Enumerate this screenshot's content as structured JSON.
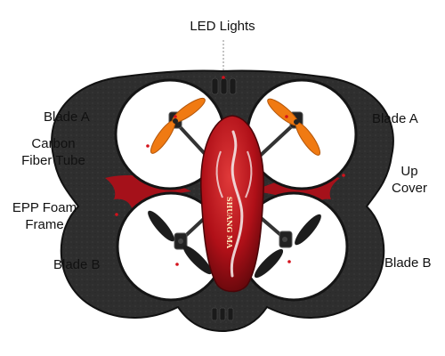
{
  "labels": {
    "led_lights": "LED Lights",
    "blade_a_left": "Blade A",
    "blade_a_right": "Blade A",
    "carbon_fiber_tube_line1": "Carbon",
    "carbon_fiber_tube_line2": "Fiber Tube",
    "up_cover_line1": "Up",
    "up_cover_line2": "Cover",
    "epp_foam_frame_line1": "EPP Foam",
    "epp_foam_frame_line2": "Frame",
    "blade_b_left": "Blade B",
    "blade_b_right": "Blade B"
  },
  "body_text": "SHUANG MA",
  "colors": {
    "frame": "#2b2b2b",
    "frame_edge": "#111111",
    "body_red": "#b01018",
    "body_dark_red": "#6e0a0e",
    "blade_a": "#f07a12",
    "blade_b": "#1c1c1c",
    "leader_line": "#888888",
    "marker": "#d4121c"
  }
}
